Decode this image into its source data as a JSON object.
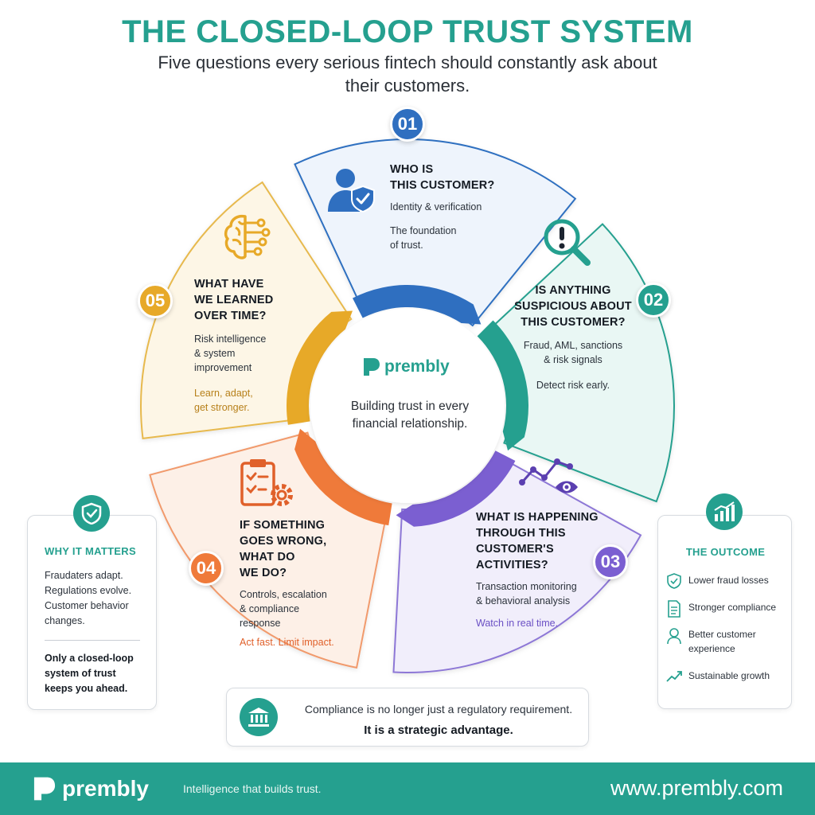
{
  "title": "THE CLOSED-LOOP TRUST SYSTEM",
  "subtitle": "Five questions every serious fintech should constantly ask about their customers.",
  "center": {
    "brand": "prembly",
    "text": "Building trust in every financial relationship."
  },
  "segments": [
    {
      "number": "01",
      "title_lines": [
        "WHO IS",
        "THIS CUSTOMER?"
      ],
      "desc_lines": [
        "Identity & verification"
      ],
      "tag_lines": [
        "The foundation",
        "of trust."
      ],
      "color": "#2f6fc0",
      "icon": "user-shield-icon"
    },
    {
      "number": "02",
      "title_lines": [
        "IS ANYTHING",
        "SUSPICIOUS ABOUT",
        "THIS CUSTOMER?"
      ],
      "desc_lines": [
        "Fraud, AML, sanctions",
        "& risk signals"
      ],
      "tag_lines": [
        "Detect risk early."
      ],
      "color": "#25a08f",
      "icon": "magnifier-alert-icon"
    },
    {
      "number": "03",
      "title_lines": [
        "WHAT IS HAPPENING",
        "THROUGH THIS",
        "CUSTOMER'S",
        "ACTIVITIES?"
      ],
      "desc_lines": [
        "Transaction monitoring",
        "& behavioral analysis"
      ],
      "tag_lines": [
        "Watch in real time."
      ],
      "color": "#7b5fd1",
      "icon": "trend-eye-icon"
    },
    {
      "number": "04",
      "title_lines": [
        "IF SOMETHING",
        "GOES WRONG,",
        "WHAT DO",
        "WE DO?"
      ],
      "desc_lines": [
        "Controls, escalation",
        "& compliance",
        "response"
      ],
      "tag_lines": [
        "Act fast. Limit impact."
      ],
      "color": "#ef7a3a",
      "icon": "clipboard-gear-icon"
    },
    {
      "number": "05",
      "title_lines": [
        "WHAT HAVE",
        "WE LEARNED",
        "OVER TIME?"
      ],
      "desc_lines": [
        "Risk intelligence",
        "& system",
        "improvement"
      ],
      "tag_lines": [
        "Learn, adapt,",
        "get stronger."
      ],
      "color": "#e7a928",
      "icon": "brain-circuit-icon"
    }
  ],
  "why_it_matters": {
    "title": "WHY IT MATTERS",
    "lines": [
      "Fraudaters adapt.",
      "Regulations evolve.",
      "Customer behavior",
      "changes."
    ],
    "strong_lines": [
      "Only a closed-loop",
      "system of trust",
      "keeps you ahead."
    ]
  },
  "outcome": {
    "title": "THE OUTCOME",
    "items": [
      {
        "label_lines": [
          "Lower fraud losses"
        ],
        "icon": "shield-check-icon"
      },
      {
        "label_lines": [
          "Stronger compliance"
        ],
        "icon": "document-icon"
      },
      {
        "label_lines": [
          "Better customer",
          "experience"
        ],
        "icon": "person-icon"
      },
      {
        "label_lines": [
          "Sustainable growth"
        ],
        "icon": "trend-up-icon"
      }
    ]
  },
  "compliance": {
    "line1": "Compliance is no longer just a regulatory requirement.",
    "line2": "It is a strategic advantage."
  },
  "footer": {
    "brand": "prembly",
    "tagline": "Intelligence that builds trust.",
    "url": "www.prembly.com"
  },
  "colors": {
    "accent": "#25a08f",
    "blue": "#2f6fc0",
    "purple": "#7b5fd1",
    "orange": "#ef7a3a",
    "yellow": "#e7a928"
  }
}
